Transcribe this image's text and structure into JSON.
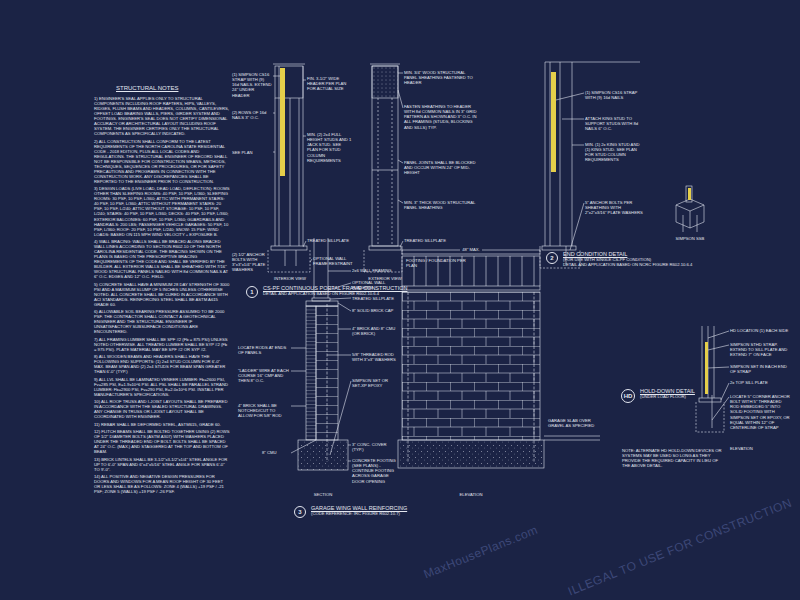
{
  "diagram": {
    "title": "STRUCTURAL NOTES",
    "nodes": [
      {
        "text": [
          "1",
          "CS-PF CONTINUOUS PORTAL FRAME CONSTRUCTION",
          "DETAIL AND APPLICATION BASED ON FIGURE R602.10.6.4"
        ]
      },
      {
        "text": [
          "2",
          "END CONDITION DETAIL",
          "(FOR USE WITH SINGLE CS-PF CONDITION)",
          "DETAIL AND APPLICATION BASED ON NCRC FIGURE R602.10.6.4"
        ]
      },
      {
        "text": [
          "3",
          "GARAGE WING WALL REINFORCING",
          "(CODE REFERENCE: IRC FIGURE R602.10.7)"
        ]
      },
      {
        "text": [
          "HD",
          "HOLD-DOWN DETAIL",
          "(UNDER LOAD FLOOR)"
        ]
      }
    ],
    "labels": [
      "1) ENGINEER'S SEAL APPLIES ONLY TO STRUCTURAL COMPONENTS INCLUDING ROOF RAFTERS, HIPS, VALLEYS, RIDGES, FLUSH BEAMS AND HEADERS, COLUMNS, CANTILEVERS, OFFSET LOAD BEARING WALLS, PIERS, GIRDER SYSTEM AND FOOTINGS. ENGINEER'S SEAL DOES NOT CERTIFY DIMENSIONAL ACCURACY OR ARCHITECTURAL LAYOUT INCLUDING ROOF SYSTEM. THE ENGINEER CERTIFIES ONLY THE STRUCTURAL COMPONENTS AS SPECIFICALLY INDICATED.",
      "2) ALL CONSTRUCTION SHALL CONFORM TO THE LATEST REQUIREMENTS OF THE NORTH CAROLINA STATE RESIDENTIAL CODE - 2018 EDITION, PLUS ALL LOCAL CODES AND REGULATIONS. THE STRUCTURAL ENGINEER OF RECORD SHALL NOT BE RESPONSIBLE FOR CONSTRUCTION MEANS, METHODS, TECHNIQUES, SEQUENCES OR PROCEDURES, OR FOR SAFETY PRECAUTIONS AND PROGRAMS IN CONNECTION WITH THE CONSTRUCTION WORK. ANY DISCREPANCIES SHALL BE REPORTED TO THE ENGINEER PRIOR TO CONSTRUCTION.",
      "3) DESIGN LOADS (LIVE LOAD, DEAD LOAD, DEFLECTION): ROOMS OTHER THAN SLEEPING ROOMS: 40 PSF, 10 PSF, L/360; SLEEPING ROOMS: 30 PSF, 10 PSF, L/360; ATTIC WITH PERMANENT STAIRS: 40 PSF, 10 PSF, L/360; ATTIC WITHOUT PERMANENT STAIRS: 20 PSF, 10 PSF, L/240; ATTIC WITHOUT STORAGE: 10 PSF, 10 PSF, L/240; STAIRS: 40 PSF, 10 PSF, L/360; DECKS: 40 PSF, 10 PSF, L/360; EXTERIOR BALCONIES: 60 PSF, 10 PSF, L/360; GUARDRAILS AND HANDRAILS: 200 LBS; PASSENGER VEHICLE GARAGES: 50 PSF, 10 PSF, L/360; ROOF: 20 PSF, 10 PSF, L/240; SNOW: 15 PSF; WIND LOADS: BASED ON 115 MPH WIND VELOCITY + EXPOSURE B.",
      "4) WALL BRACING: WALLS SHALL BE BRACED ALONG BRACED WALL LINES ACCORDING TO SECTION R602.10 OF THE NORTH CAROLINA RESIDENTIAL CODE. THE BRACING SHOWN ON THE PLANS IS BASED ON THE PRESCRIPTIVE BRACING REQUIREMENTS OF THE CODE AND SHALL BE VERIFIED BY THE BUILDER. ALL EXTERIOR WALLS SHALL BE SHEATHED WITH 7/16\" WOOD STRUCTURAL PANELS NAILED WITH 8d COMMON NAILS AT 6\" O.C. EDGES AND 12\" O.C. FIELD.",
      "5) CONCRETE SHALL HAVE A MINIMUM 28 DAY STRENGTH OF 3000 PSI AND A MAXIMUM SLUMP OF 5 INCHES UNLESS OTHERWISE NOTED. ALL CONCRETE SHALL BE CURED IN ACCORDANCE WITH ACI STANDARDS. REINFORCING STEEL SHALL BE ASTM A615 GRADE 60.",
      "6) ALLOWABLE SOIL BEARING PRESSURE ASSUMED TO BE 2000 PSF. THE CONTRACTOR SHALL CONTACT A GEOTECHNICAL ENGINEER AND THE STRUCTURAL ENGINEER IF UNSATISFACTORY SUBSURFACE CONDITIONS ARE ENCOUNTERED.",
      "7) ALL FRAMING LUMBER SHALL BE SPF #2 (Fb = 875 PSI) UNLESS NOTED OTHERWISE. ALL TREATED LUMBER SHALL BE SYP #2 (Fb = 975 PSI). PLATE MATERIAL MAY BE SPF #2 OR SYP #2.",
      "8) ALL WOODEN BEAMS AND HEADERS SHALL HAVE THE FOLLOWING END SUPPORTS: (1) 2x4 STUD COLUMN FOR 6'-0\" MAX. BEAM SPAN AND (2) 2x4 STUDS FOR BEAM SPAN GREATER THAN 6'-0\" (TYP.)",
      "9) ALL LVL SHALL BE LAMINATED VENEER LUMBER: Fb=2600 PSI, Fv=285 PSI, E=1.9x10^6 PSI. ALL PSL SHALL BE PARALLEL STRAND LUMBER: Fb=2900 PSI, Fv=290 PSI, E=2.0x10^6 PSI. INSTALL PER MANUFACTURER'S SPECIFICATIONS.",
      "10) ALL ROOF TRUSS AND I-JOIST LAYOUTS SHALL BE PREPARED IN ACCORDANCE WITH THE SEALED STRUCTURAL DRAWINGS. ANY CHANGE IN TRUSS OR I-JOIST LAYOUT SHALL BE COORDINATED WITH ENGINEER.",
      "11) REBAR SHALL BE DEFORMED STEEL, ASTM615, GRADE 60.",
      "12) FLITCH BEAMS SHALL BE BOLTED TOGETHER USING (2) ROWS OF 1/2\" DIAMETER BOLTS (ASTM A307) WITH WASHERS PLACED UNDER THE THREADED END OF BOLT. BOLTS SHALL BE SPACED AT 24\" O.C. (MAX.) AND STAGGERED AT THE TOP AND BOTTOM OF BEAM.",
      "13) BRICK LINTELS SHALL BE 3-1/2\"x3-1/2\"x1/4\" STEEL ANGLE FOR UP TO 6'-0\" SPAN AND 6\"x4\"x5/16\" STEEL ANGLE FOR SPANS 6'-0\" TO 9'-0\".",
      "14) ALL POSITIVE AND NEGATIVE DESIGN PRESSURES FOR DOORS AND WINDOWS FOR A MEAN ROOF HEIGHT OF 30 FEET OR LESS SHALL BE AS FOLLOWS: ZONE 4 (WALLS) +19 PSF / -21 PSF; ZONE 5 (WALLS) +19 PSF / -26 PSF.",
      "(1) SIMPSON CS16 STRAP WITH (9) 16d NAILS. EXTEND 24\" UNDER HEADER",
      "(2) ROWS OF 16d NAILS 3\" O.C.",
      "SEE PLAN",
      "(2) 1/2\" ANCHOR BOLTS WITH 3\"x3\"x1/4\" PLATE WASHERS",
      "FIN. 3-1/2\" WIDE HEADER PER PLAN FOR ACTUAL SIZE",
      "MIN. (2) 2x4 FULL HEIGHT STUDS AND 1 JACK STUD. SEE PLAN FOR STUD COLUMN REQUIREMENTS",
      "TREATED SILLPLATE",
      "OPTIONAL WALL FRAME RESTRAINT",
      "INTERIOR VIEW",
      "MIN. 3/4\" WOOD STRUCTURAL PANEL SHEATHING FASTENED TO HEADER",
      "FASTEN SHEATHING TO HEADER WITH 8d COMMON NAILS IN 3\" GRID PATTERN AS SHOWN AND 3\" O.C. IN ALL FRAMING (STUDS, BLOCKING AND SILLS) TYP.",
      "PANEL JOINTS SHALL BE BLOCKED AND OCCUR WITHIN 24\" OF MID-HEIGHT",
      "MIN. 3\" THICK WOOD STRUCTURAL PANEL SHEATHING",
      "TREATED SILLPLATE",
      "FOOTING / FOUNDATION PER PLAN",
      "EXTERIOR VIEW",
      "(1) SIMPSON CS16 STRAP WITH (9) 16d NAILS",
      "ATTACH KING STUD TO SUPPORT STUDS WITH 8d NAILS 6\" O.C.",
      "MIN. (1) 2x KING STUD AND (1) KING STUD. SEE PLAN FOR STUD COLUMN REQUIREMENTS",
      "5\" ANCHOR BOLTS PER SHEATHING WITH 2\"x2\"x3/16\" PLATE WASHERS",
      "SIMPSON SSB",
      "LOCATE RODS AT ENDS OF PANELS",
      "\"LADDER\" WIRE AT EACH COURSE 16\" CMP AND THEN 8\" O.C.",
      "4\" BRICK SHALL BE NOTCHED/CUT TO ALLOW FOR 5/8\" ROD",
      "8\" CMU",
      "2x6 WALL FRAMING",
      "OPTIONAL WALL FLASHING",
      "TREATED SILLPLATE",
      "8\" SOLID BRICK CAP",
      "4\" BRICK AND 8\" CMU (OR BRICK)",
      "5/8\" THREADED ROD WITH 3\"x3\" WASHERS",
      "SIMPSON SET OR SET-XP EPOXY",
      "3\" CONC. COVER (TYP.)",
      "CONCRETE FOOTING (SEE PLANS) - CONTINUE FOOTING ACROSS GARAGE DOOR OPENING",
      "SECTION",
      "ELEVATION",
      "48\" MAX.",
      "GARAGE SLAB OVER GRAVEL AS SPECIFIED",
      "HD LOCATION (1) EACH SIDE",
      "SIMPSON STHD STRAP. EXTEND TO SILL PLATE AND EXTEND 7\" ON FACE",
      "SIMPSON SET IN EACH END OF STRAP",
      "2x TOP SILL PLATE",
      "LOCATE 5\" CORNER ANCHOR BOLT WITH 5\" THREADED ROD EMBEDDED 5\" INTO SOLID FOOTING WITH SIMPSON SET OR EPOXY, OR EQUAL WITHIN 12\" OF CENTERLINE OF STRAP",
      "ELEVATION",
      "NOTE: ALTERNATE HD HOLD-DOWN DEVICES OR SYSTEMS MAY BE USED SO LONG AS THEY PROVIDE THE REQUIRED CAPACITY IN LIEU OF THE ABOVE DETAIL.",
      "MaxHousePlans.com",
      "ILLEGAL TO USE FOR CONSTRUCTION"
    ]
  }
}
